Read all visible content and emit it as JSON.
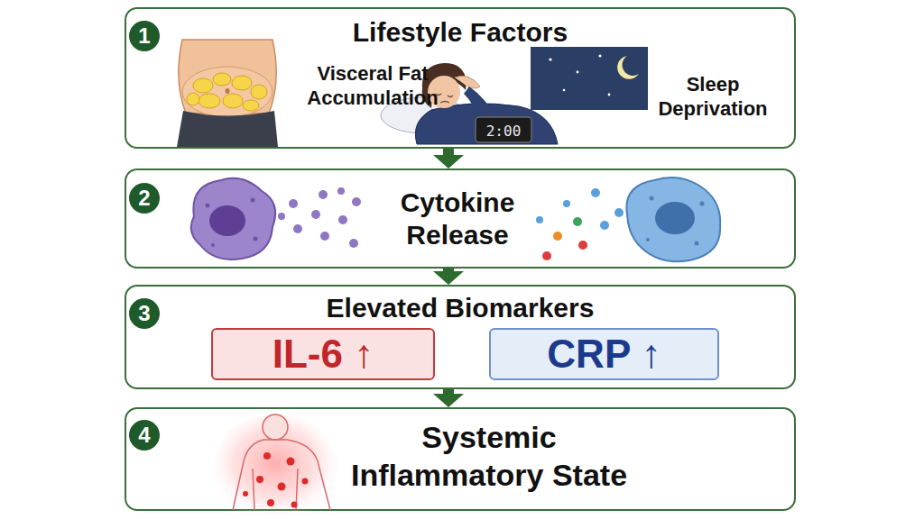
{
  "diagram": {
    "nodes": [
      {
        "text": [
          "Lifestyle Factors"
        ]
      },
      {
        "text": [
          "Cytokine Release"
        ]
      },
      {
        "text": [
          "Elevated Biomarkers"
        ]
      },
      {
        "text": [
          "IL-6 ↑"
        ],
        "in": 2
      },
      {
        "text": [
          "CRP ↑"
        ],
        "in": 2
      },
      {
        "text": [
          "Systemic Inflammatory State"
        ]
      }
    ],
    "edges": [
      {
        "from": 0,
        "to": 1,
        "arrow": "to"
      },
      {
        "from": 1,
        "to": 2,
        "arrow": "to"
      },
      {
        "from": 2,
        "to": 5,
        "arrow": "to"
      }
    ],
    "labels": [
      "1",
      "2",
      "3",
      "4",
      "Visceral Fat Accumulation",
      "Sleep Deprivation",
      "2:00"
    ]
  }
}
